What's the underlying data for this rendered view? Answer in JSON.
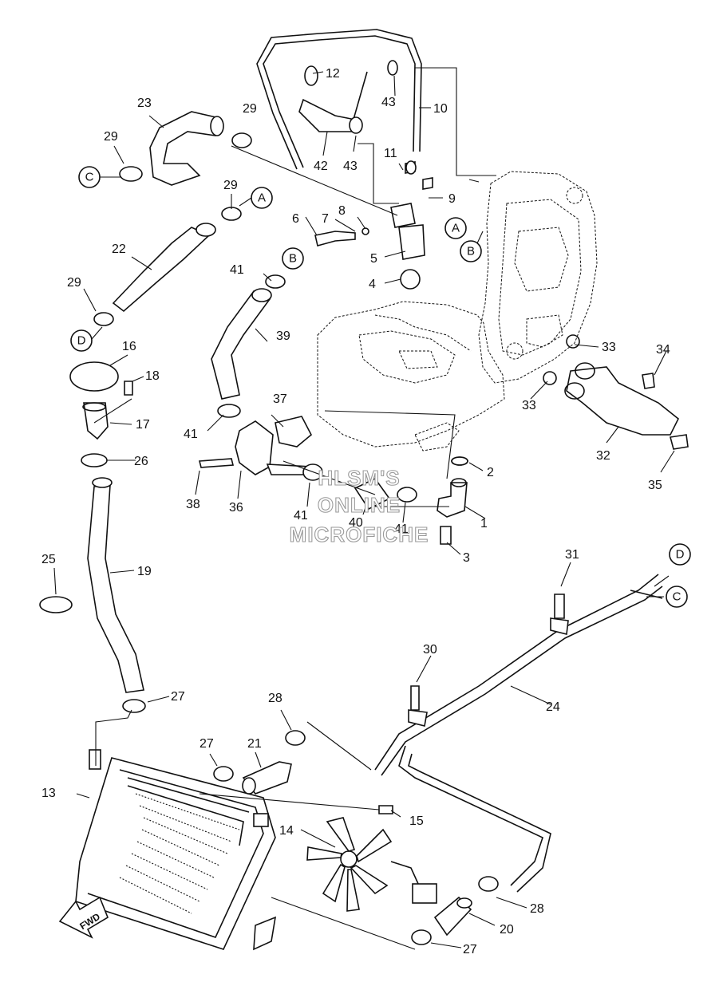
{
  "callouts": [
    "1",
    "2",
    "3",
    "4",
    "5",
    "6",
    "7",
    "8",
    "9",
    "10",
    "11",
    "12",
    "13",
    "14",
    "15",
    "16",
    "17",
    "18",
    "19",
    "20",
    "21",
    "22",
    "23",
    "24",
    "25",
    "26",
    "27",
    "27",
    "27",
    "27",
    "28",
    "28",
    "29",
    "29",
    "29",
    "30",
    "31",
    "32",
    "33",
    "33",
    "34",
    "35",
    "36",
    "37",
    "38",
    "39",
    "40",
    "41",
    "41",
    "41",
    "41",
    "42",
    "43",
    "43"
  ],
  "connectors": [
    "A",
    "A",
    "B",
    "B",
    "C",
    "C",
    "D",
    "D"
  ],
  "fwd_label": "FWD",
  "watermark": [
    "HLSM'S",
    "ONLINE",
    "MICROFICHE"
  ]
}
